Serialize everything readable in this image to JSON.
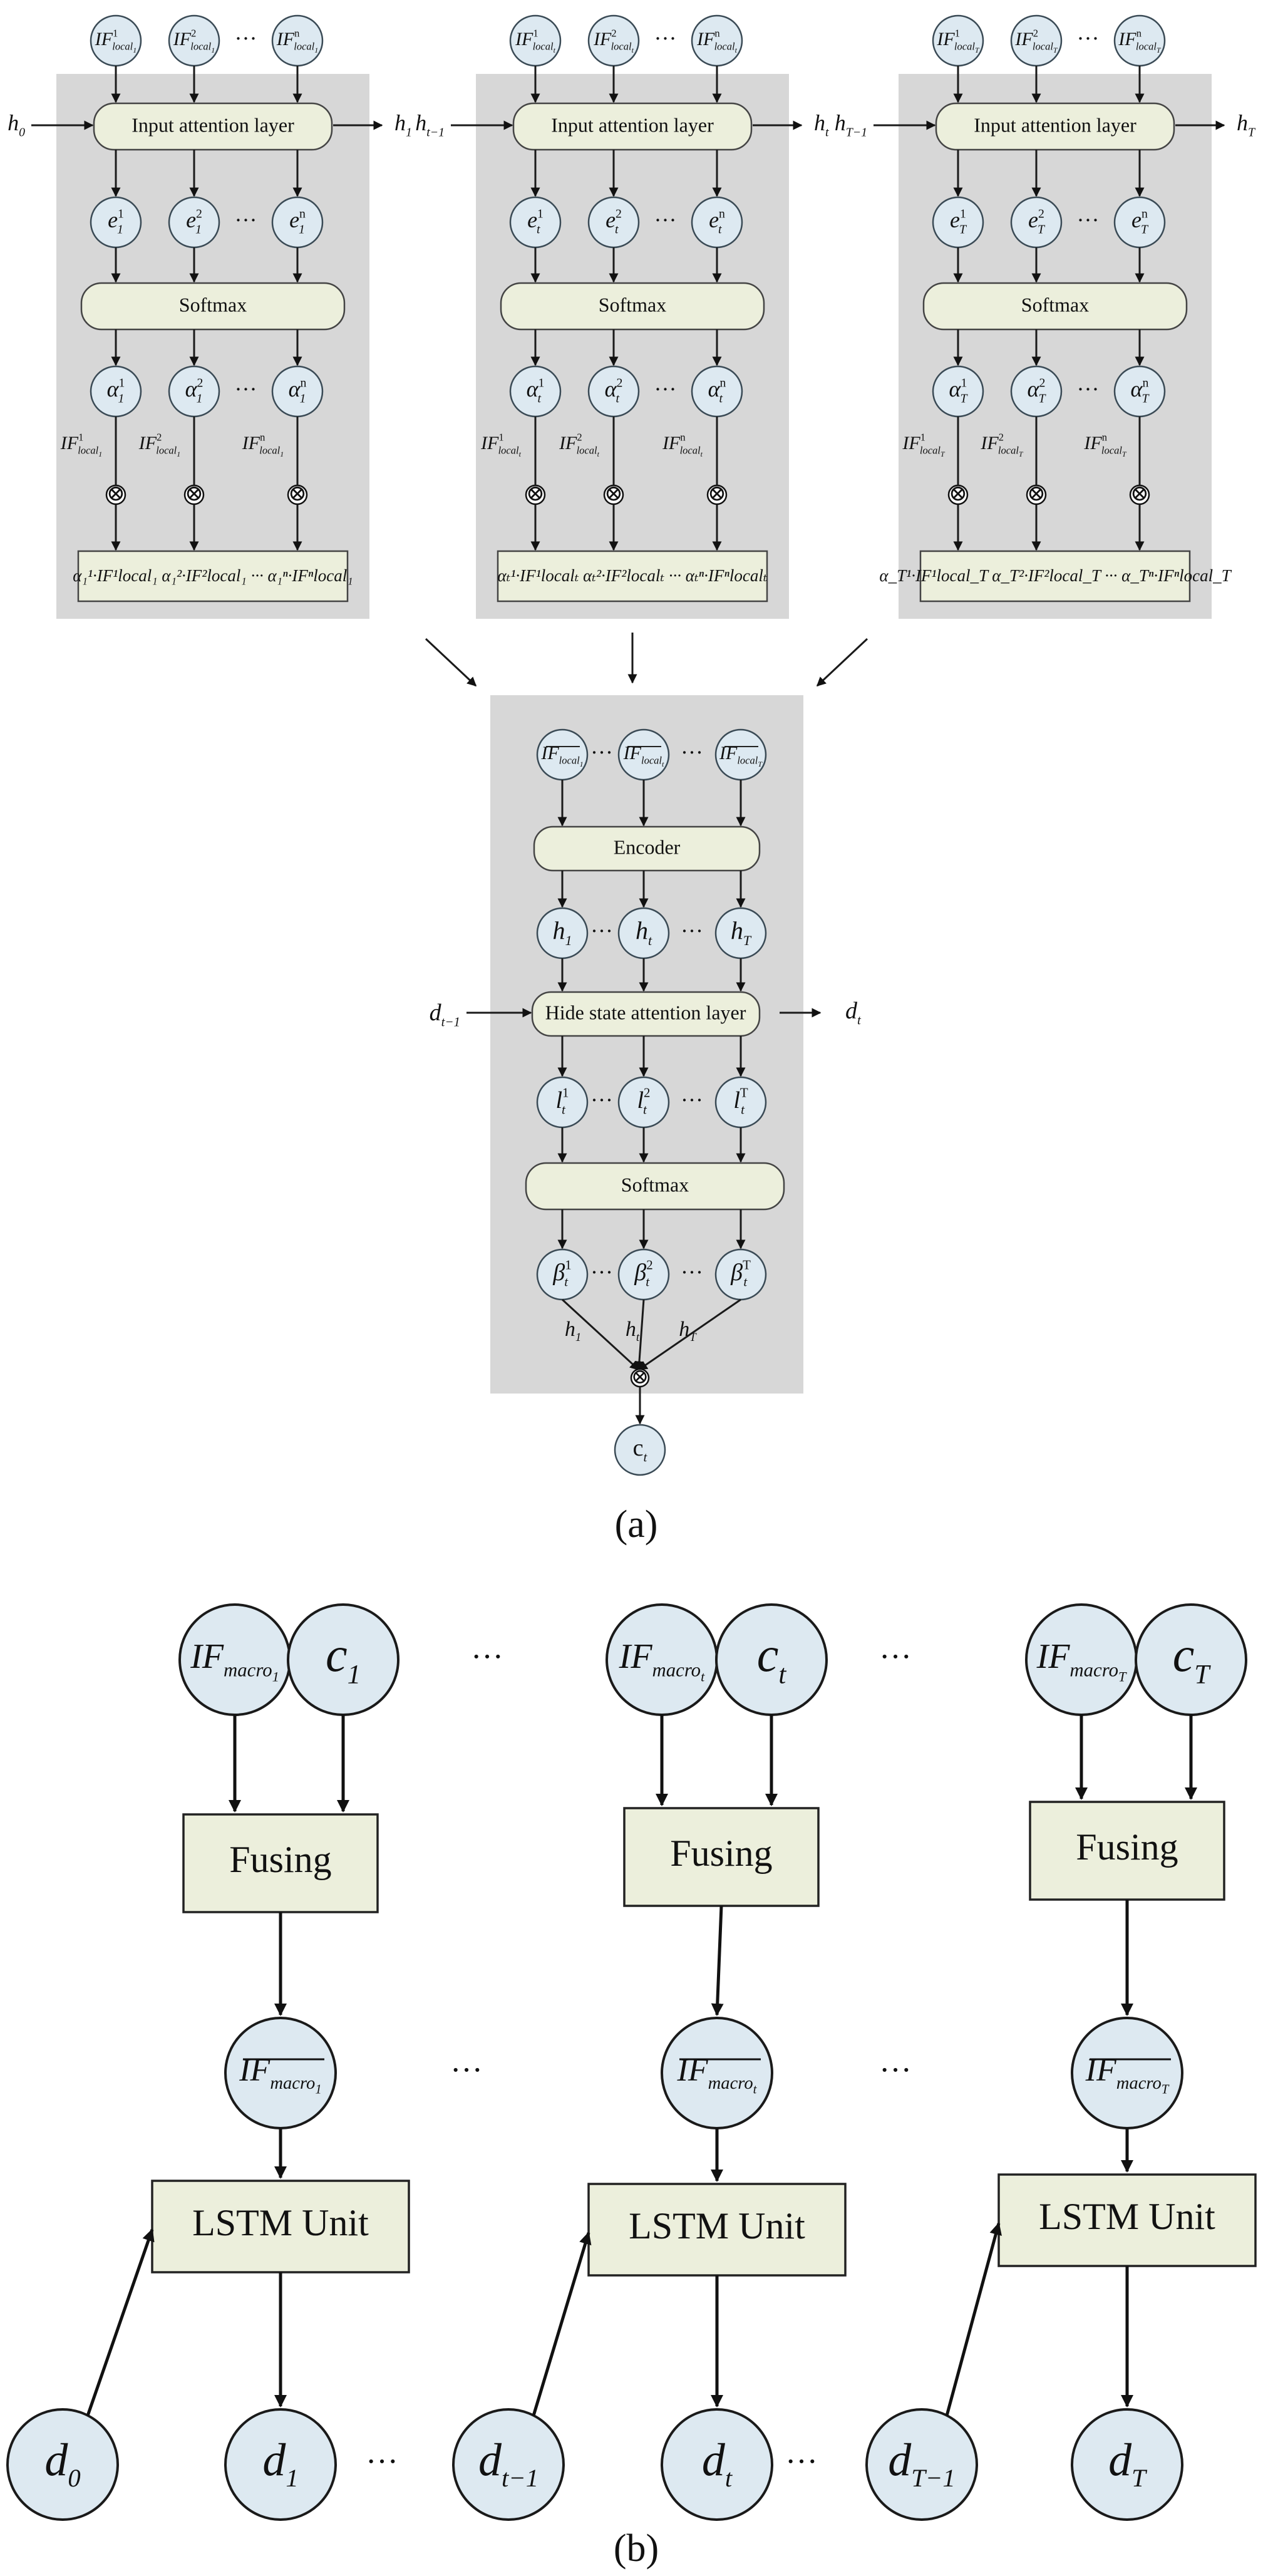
{
  "panel_a": {
    "caption": "(a)",
    "dots": "···",
    "blocks": [
      {
        "if_top": [
          "IF",
          "IF",
          "IF"
        ],
        "if_top_sup": [
          "1",
          "2",
          "n"
        ],
        "if_top_sub": [
          "local",
          "local",
          "local"
        ],
        "if_top_subsub": [
          "1",
          "1",
          "1"
        ],
        "h_in": "h",
        "h_in_sub": "0",
        "h_out": "h",
        "h_out_sub": "1",
        "attention_label": "Input attention layer",
        "e": [
          "e",
          "e",
          "e"
        ],
        "e_sup": [
          "1",
          "2",
          "n"
        ],
        "e_sub": [
          "1",
          "1",
          "1"
        ],
        "softmax_label": "Softmax",
        "alpha": [
          "α",
          "α",
          "α"
        ],
        "alpha_sup": [
          "1",
          "2",
          "n"
        ],
        "alpha_sub": [
          "1",
          "1",
          "1"
        ],
        "mult": "⊗",
        "result_label": "α₁¹·IF¹local₁ α₁²·IF²local₁ ··· α₁ⁿ·IFⁿlocal₁"
      },
      {
        "if_top": [
          "IF",
          "IF",
          "IF"
        ],
        "if_top_sup": [
          "1",
          "2",
          "n"
        ],
        "if_top_sub": [
          "local",
          "local",
          "local"
        ],
        "if_top_subsub": [
          "t",
          "t",
          "t"
        ],
        "h_in": "h",
        "h_in_sub": "t−1",
        "h_out": "h",
        "h_out_sub": "t",
        "attention_label": "Input attention layer",
        "e": [
          "e",
          "e",
          "e"
        ],
        "e_sup": [
          "1",
          "2",
          "n"
        ],
        "e_sub": [
          "t",
          "t",
          "t"
        ],
        "softmax_label": "Softmax",
        "alpha": [
          "α",
          "α",
          "α"
        ],
        "alpha_sup": [
          "1",
          "2",
          "n"
        ],
        "alpha_sub": [
          "t",
          "t",
          "t"
        ],
        "mult": "⊗",
        "result_label": "αₜ¹·IF¹localₜ αₜ²·IF²localₜ ··· αₜⁿ·IFⁿlocalₜ"
      },
      {
        "if_top": [
          "IF",
          "IF",
          "IF"
        ],
        "if_top_sup": [
          "1",
          "2",
          "n"
        ],
        "if_top_sub": [
          "local",
          "local",
          "local"
        ],
        "if_top_subsub": [
          "T",
          "T",
          "T"
        ],
        "h_in": "h",
        "h_in_sub": "T−1",
        "h_out": "h",
        "h_out_sub": "T",
        "attention_label": "Input attention layer",
        "e": [
          "e",
          "e",
          "e"
        ],
        "e_sup": [
          "1",
          "2",
          "n"
        ],
        "e_sub": [
          "T",
          "T",
          "T"
        ],
        "softmax_label": "Softmax",
        "alpha": [
          "α",
          "α",
          "α"
        ],
        "alpha_sup": [
          "1",
          "2",
          "n"
        ],
        "alpha_sub": [
          "T",
          "T",
          "T"
        ],
        "mult": "⊗",
        "result_label": "α_T¹·IF¹local_T α_T²·IF²local_T ··· α_Tⁿ·IFⁿlocal_T"
      }
    ],
    "encoder_block": {
      "if_sub": [
        "1",
        "t",
        "T"
      ],
      "encoder_label": "Encoder",
      "h_sub": [
        "1",
        "t",
        "T"
      ],
      "d_in": "d",
      "d_in_sub": "t−1",
      "d_out": "d",
      "d_out_sub": "t",
      "hide_label": "Hide state attention layer",
      "l_sup": [
        "1",
        "2",
        "T"
      ],
      "softmax_label": "Softmax",
      "beta_sup": [
        "1",
        "2",
        "T"
      ],
      "h_edge_sub": [
        "1",
        "t",
        "T"
      ],
      "c_label": "c",
      "c_sub": "t"
    }
  },
  "panel_b": {
    "caption": "(b)",
    "dots": "···",
    "columns": [
      {
        "if_sub": "macro",
        "if_subsub": "1",
        "c_sub": "1",
        "fusing": "Fusing",
        "lstm": "LSTM Unit",
        "d_in_sub": "0",
        "d_out_sub": "1"
      },
      {
        "if_sub": "macro",
        "if_subsub": "t",
        "c_sub": "t",
        "fusing": "Fusing",
        "lstm": "LSTM Unit",
        "d_in_sub": "t−1",
        "d_out_sub": "t"
      },
      {
        "if_sub": "macro",
        "if_subsub": "T",
        "c_sub": "T",
        "fusing": "Fusing",
        "lstm": "LSTM Unit",
        "d_in_sub": "T−1",
        "d_out_sub": "T"
      }
    ]
  }
}
